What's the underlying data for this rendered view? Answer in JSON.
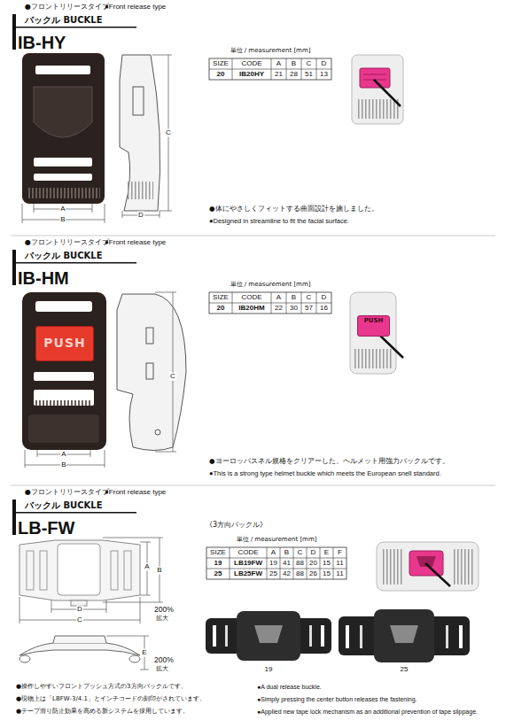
{
  "diagram": {
    "nodes": [
      {
        "text": [
          "PUSH"
        ]
      },
      {
        "text": [
          "PUSH"
        ]
      }
    ],
    "labels": [
      "●フロントリリースタイプ",
      "●Front release type",
      "バックル BUCKLE",
      "IB-HY",
      "A",
      "B",
      "C",
      "D",
      "単位 / measurement [mm]",
      "SIZE",
      "CODE",
      "A",
      "B",
      "C",
      "D",
      "20",
      "IB20HY",
      "21",
      "28",
      "51",
      "13",
      "●体にやさしくフィットする曲面設計を施しました。",
      "●Designed in streamline to fit the facial surface.",
      "●フロントリリースタイプ",
      "●Front release type",
      "バックル BUCKLE",
      "IB-HM",
      "A",
      "B",
      "C",
      "単位 / measurement [mm]",
      "SIZE",
      "CODE",
      "A",
      "B",
      "C",
      "D",
      "20",
      "IB20HM",
      "22",
      "30",
      "57",
      "16",
      "●ヨーロッパスネル規格をクリアーした、ヘルメット用強力バックルです。",
      "●This is a strong type helmet buckle which meets the European snell standard.",
      "●フロントリリースタイプ",
      "●Front release type",
      "バックル BUCKLE",
      "LB-FW",
      "《3方向バックル》",
      "A",
      "B",
      "C",
      "D",
      "E",
      "200%",
      "拡大",
      "200%",
      "拡大",
      "単位 / measurement [mm]",
      "SIZE",
      "CODE",
      "A",
      "B",
      "C",
      "D",
      "E",
      "F",
      "19",
      "LB19FW",
      "19",
      "41",
      "88",
      "20",
      "15",
      "11",
      "25",
      "LB25FW",
      "25",
      "42",
      "88",
      "26",
      "15",
      "11",
      "19",
      "25",
      "●操作しやすいフロントプッシュ方式の3方向バックルです。",
      "●現物上は「LBFW-3/4.1」とインチコードの刻印がされています。",
      "●テープ滑り防止効果を高める新システムを採用しています。",
      "●A dual release buckle.",
      "●Simply pressing the center button releases the fastening.",
      "●Applied new tape lock mechanism as an additional prevention of tape slippage."
    ]
  }
}
